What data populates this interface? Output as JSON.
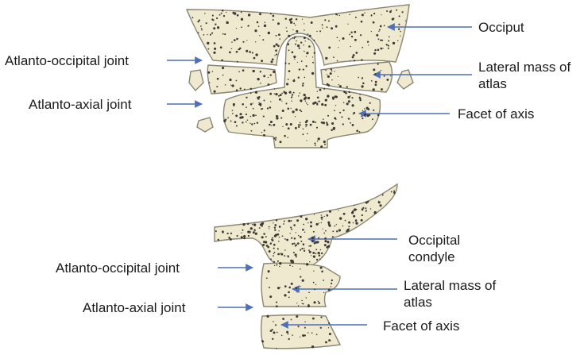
{
  "colors": {
    "bone_fill": "#efe9cf",
    "bone_stroke": "#8a8672",
    "pore": "#3d3a33",
    "arrow": "#4f6fb8",
    "text": "#1b1b1b"
  },
  "top_view": {
    "labels": {
      "occiput": "Occiput",
      "lateral_mass_line1": "Lateral mass of",
      "lateral_mass_line2": "atlas",
      "facet_of_axis": "Facet of axis",
      "atlanto_occipital_joint": "Atlanto-occipital joint",
      "atlanto_axial_joint": "Atlanto-axial joint"
    }
  },
  "bottom_view": {
    "labels": {
      "occipital_condyle_line1": "Occipital",
      "occipital_condyle_line2": "condyle",
      "lateral_mass_line1": "Lateral mass of",
      "lateral_mass_line2": "atlas",
      "facet_of_axis": "Facet of axis",
      "atlanto_occipital_joint": "Atlanto-occipital joint",
      "atlanto_axial_joint": "Atlanto-axial joint"
    }
  }
}
